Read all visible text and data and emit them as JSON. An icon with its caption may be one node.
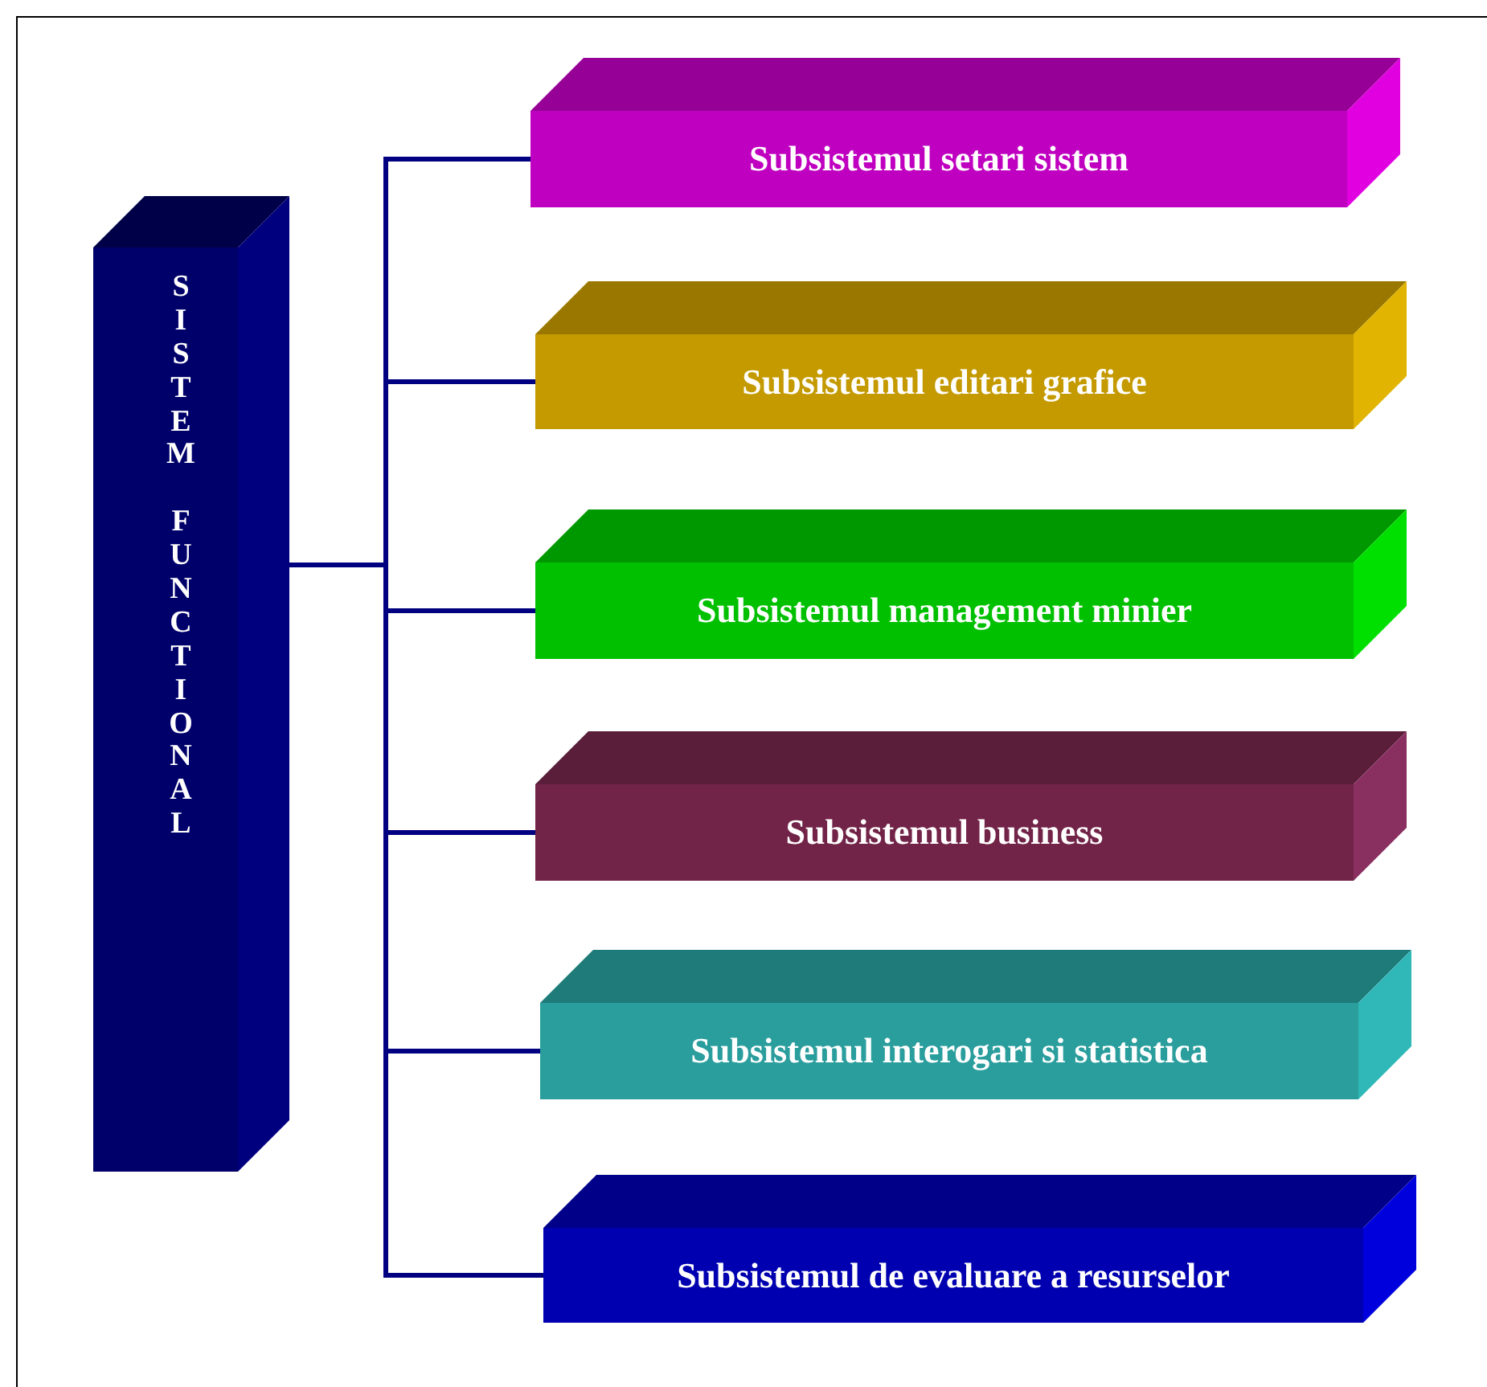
{
  "diagram": {
    "nodes": [
      {
        "text": [
          "SISTEM FUNCTIONAL"
        ]
      },
      {
        "text": [
          "Subsistemul setari sistem"
        ]
      },
      {
        "text": [
          "Subsistemul editari grafice"
        ]
      },
      {
        "text": [
          "Subsistemul management minier"
        ]
      },
      {
        "text": [
          "Subsistemul business"
        ]
      },
      {
        "text": [
          "Subsistemul interogari si statistica"
        ]
      },
      {
        "text": [
          "Subsistemul de evaluare a resurselor"
        ]
      }
    ],
    "edges": [
      {
        "from": 0,
        "to": 1,
        "arrow": "none"
      },
      {
        "from": 0,
        "to": 2,
        "arrow": "none"
      },
      {
        "from": 0,
        "to": 3,
        "arrow": "none"
      },
      {
        "from": 0,
        "to": 4,
        "arrow": "none"
      },
      {
        "from": 0,
        "to": 5,
        "arrow": "none"
      },
      {
        "from": 0,
        "to": 6,
        "arrow": "none"
      }
    ]
  }
}
